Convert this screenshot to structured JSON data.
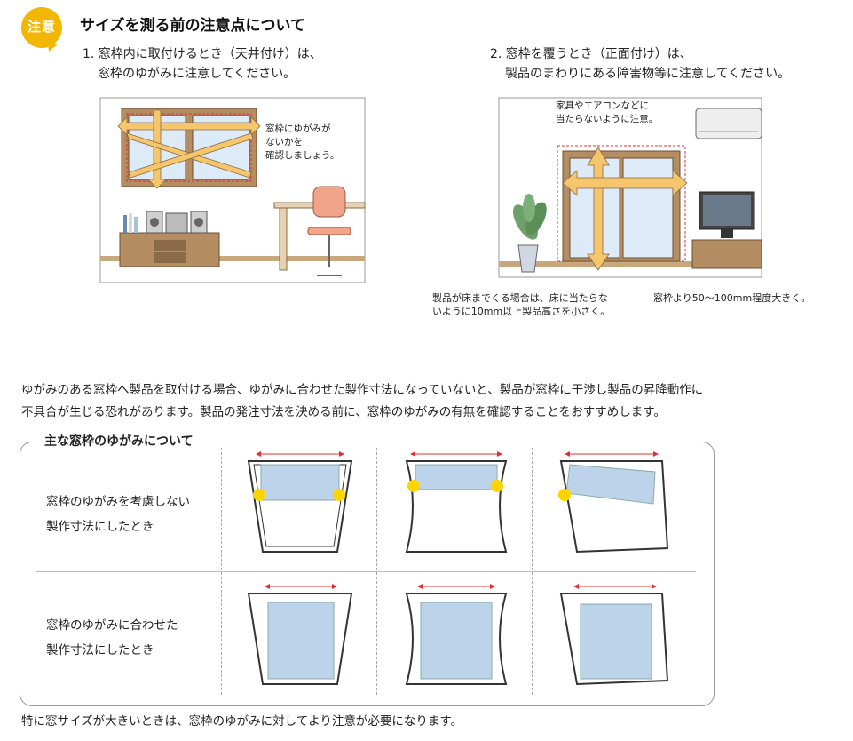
{
  "header": {
    "badge": "注意",
    "title": "サイズを測る前の注意点について"
  },
  "case1": {
    "line1": "1. 窓枠内に取付けるとき（天井付け）は、",
    "line2": "窓枠のゆがみに注意してください。",
    "callout": [
      "窓枠にゆがみが",
      "ないかを",
      "確認しましょう。"
    ]
  },
  "case2": {
    "line1": "2. 窓枠を覆うとき（正面付け）は、",
    "line2": "製品のまわりにある障害物等に注意してください。",
    "callout": [
      "家具やエアコンなどに",
      "当たらないように注意。"
    ],
    "floor_note": [
      "製品が床までくる場合は、床に当たらな",
      "いように10mm以上製品高さを小さく。"
    ],
    "size_note": "窓枠より50〜100mm程度大きく。"
  },
  "paragraph": [
    "ゆがみのある窓枠へ製品を取付ける場合、ゆがみに合わせた製作寸法になっていないと、製品が窓枠に干渉し製品の昇降動作に",
    "不具合が生じる恐れがあります。製品の発注寸法を決める前に、窓枠のゆがみの有無を確認することをおすすめします。"
  ],
  "section": {
    "title": "主な窓枠のゆがみについて",
    "row1": [
      "窓枠のゆがみを考慮しない",
      "製作寸法にしたとき"
    ],
    "row2": [
      "窓枠のゆがみに合わせた",
      "製作寸法にしたとき"
    ]
  },
  "footer": "特に窓サイズが大きいときは、窓枠のゆがみに対してより注意が必要になります。",
  "colors": {
    "accent": "#f2b705",
    "arrow": "#f5c66b",
    "blind": "#bcd3ea",
    "red_line": "#e03030",
    "frame_brown": "#8a6a48"
  }
}
